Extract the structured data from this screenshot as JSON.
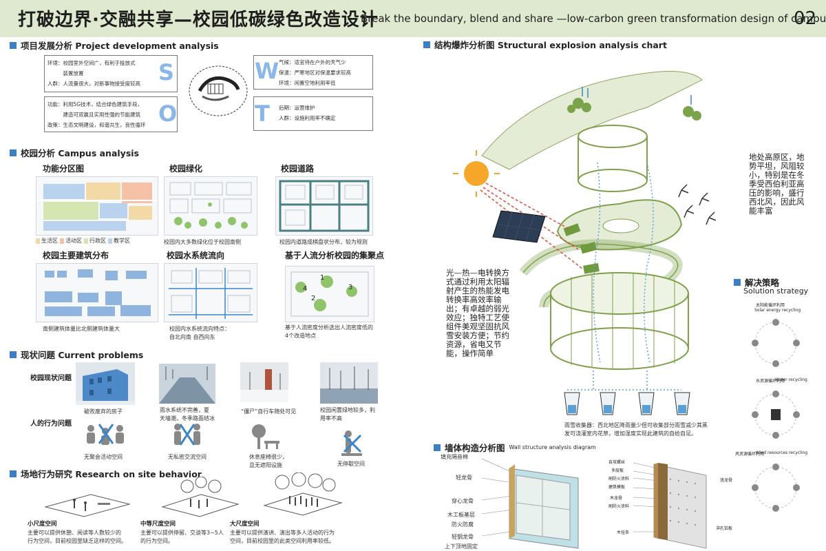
{
  "header": {
    "title_cn": "打破边界·交融共享—校园低碳绿色改造设计",
    "title_en": "Break the boundary, blend and share —low-carbon green transformation design of campus",
    "page_number": "02"
  },
  "project_analysis": {
    "heading": "项目发展分析 Project development analysis",
    "swot": {
      "s_letter": "S",
      "w_letter": "W",
      "o_letter": "O",
      "t_letter": "T",
      "s_lines": [
        "环境：校园室外空间广，有利于投放式",
        "　　　装置放置",
        "人群：人流量很大，对新事物接受度较高"
      ],
      "w_lines": [
        "气候：适宜待在户外的天气少",
        "保温：严寒地区对保温要求较高",
        "环境：闲置空地利用率低"
      ],
      "o_lines": [
        "功能：利用5G技术，结合绿色建筑手段，",
        "　　　建造可双赢且实用性强的节能建筑",
        "政策：生态文明建设，和谐共生，良性循环"
      ],
      "t_lines": [
        "后期：运营维护",
        "人群：设施利用率不确定"
      ]
    }
  },
  "campus_analysis": {
    "heading": "校园分析 Campus analysis",
    "function_zone_title": "功能分区图",
    "greening_title": "校园绿化",
    "roads_title": "校园道路",
    "legend": [
      {
        "label": "生活区",
        "color": "#f2d9a6"
      },
      {
        "label": "活动区",
        "color": "#f5c2a8"
      },
      {
        "label": "行政区",
        "color": "#d6e6b3"
      },
      {
        "label": "教学区",
        "color": "#b9d3ef"
      }
    ],
    "greening_caption": "校园内大多数绿化位于校园南侧",
    "roads_caption": "校园内道路成棋盘状分布，较为规则",
    "buildings_title": "校园主要建筑分布",
    "water_title": "校园水系统流向",
    "gathering_title": "基于人流分析校园的集聚点",
    "buildings_caption": "南侧建筑体量比北侧建筑体量大",
    "water_caption": [
      "校园内水系统流向特点：",
      "自北向南  自西向东"
    ],
    "gathering_caption": [
      "基于人流密度分析选出人流密度低的",
      "4个改造地点"
    ],
    "gathering_numbers": [
      "1",
      "2",
      "3",
      "4"
    ]
  },
  "current_problems": {
    "heading": "现状问题 Current problems",
    "campus_label": "校园现状问题",
    "behavior_label": "人的行为问题",
    "photo_captions": [
      [
        "破败废弃的房子"
      ],
      [
        "雨水系统不完善，夏",
        "天墙潮，冬季路面结冰"
      ],
      [
        "“僵尸”自行车随处可见"
      ],
      [
        "校园闲置绿地较多，利",
        "用率不高"
      ]
    ],
    "behavior_captions": [
      [
        "无聚会活动空间"
      ],
      [
        "无私密交流空间"
      ],
      [
        "休息座椅很少，",
        "且无遮阳设施"
      ],
      [
        "无停歇空间"
      ]
    ]
  },
  "site_behavior": {
    "heading": "场地行为研究 Research on site behavior",
    "small_title": "小尺度空间",
    "small_text": [
      "主要可以提供休憩、阅读等人数较少的",
      "行为空间，目前校园里缺乏这样的空间。"
    ],
    "medium_title": "中等尺度空间",
    "medium_text": [
      "主要可以提供停留、交谈等3~5人",
      "的行为空间。"
    ],
    "large_title": "大尺度空间",
    "large_text": [
      "主要可以提供演讲、演出等多人活动的行为",
      "空间，目前校园里的此类空间利用率较低。"
    ]
  },
  "explosion": {
    "heading": "结构爆炸分析图  Structural explosion analysis chart",
    "solar_text": "光—热—电转换方式通过利用太阳辐射产生的热能发电转换率高效率输出；有卓越的弱光效应；独特工艺使组件美观坚固抗风雪安装方便；节约资源，省电又节能，操作简单",
    "wind_text": "地处高原区，地势平坦，风阻较小，特别是在冬季受西伯利亚高压的影响，盛行西北风，因此风能丰富",
    "rain_caption": [
      "雨雪收集器：西北地区降雨量少但可收集部分雨雪减少其蒸",
      "发可浇灌室内花草，增加湿度实现此建筑的自给自足。"
    ]
  },
  "strategy": {
    "heading_cn": "解决策略",
    "heading_en": "Solution strategy",
    "solar_cn": "太阳能循环利用",
    "solar_en": "Solar energy recycling",
    "water_cn": "水资源循环利用",
    "water_en": "Water recycling",
    "wind_cn": "风资源循环利用",
    "wind_en": "Wind resources recycling"
  },
  "wall": {
    "heading_cn": "墙体构造分析图",
    "heading_en": "Wall structure analysis diagram",
    "left_labels": [
      "填充隔音棉",
      "轻龙骨",
      "穿心龙骨",
      "木工板基层",
      "防火防腐",
      "轻钢龙骨",
      "上下顶地固定"
    ],
    "right_labels": [
      "自攻螺丝",
      "多层板",
      "刷防火涂料",
      "建筑模板",
      "木龙骨",
      "刷防火涂料",
      "木挂条"
    ],
    "right_side_labels": [
      "竖龙骨",
      "冲孔铝板"
    ]
  },
  "colors": {
    "header_bg": "#dfe9cf",
    "accent_blue": "#3c7fc4",
    "swot_letter": "#8ab7e8",
    "structure_green": "#7fa04a"
  }
}
